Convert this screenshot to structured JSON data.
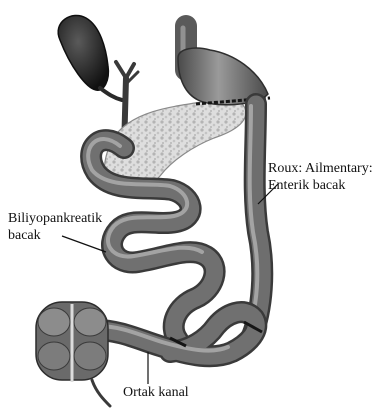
{
  "labels": {
    "roux": {
      "line1": "Roux: Ailmentary:",
      "line2": "Enterik bacak"
    },
    "biliopancreatic": {
      "line1": "Biliyopankreatik",
      "line2": "bacak"
    },
    "common_channel": "Ortak kanal"
  },
  "colors": {
    "bowel_dark": "#3a3a3a",
    "bowel_mid": "#6e6e6e",
    "bowel_light": "#a8a8a8",
    "pancreas": "#d9d9d9",
    "gallbladder": "#1e1e1e",
    "staple_line": "#151515"
  }
}
